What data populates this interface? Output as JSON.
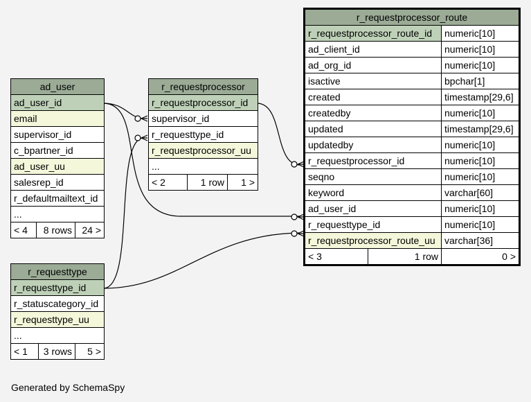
{
  "tables": {
    "ad_user": {
      "name": "ad_user",
      "columns": [
        "ad_user_id",
        "email",
        "supervisor_id",
        "c_bpartner_id",
        "ad_user_uu",
        "salesrep_id",
        "r_defaultmailtext_id",
        "..."
      ],
      "footer": [
        "< 4",
        "8 rows",
        "24 >"
      ]
    },
    "r_requestprocessor": {
      "name": "r_requestprocessor",
      "columns": [
        "r_requestprocessor_id",
        "supervisor_id",
        "r_requesttype_id",
        "r_requestprocessor_uu",
        "..."
      ],
      "footer": [
        "< 2",
        "1 row",
        "1 >"
      ]
    },
    "r_requesttype": {
      "name": "r_requesttype",
      "columns": [
        "r_requesttype_id",
        "r_statuscategory_id",
        "r_requesttype_uu",
        "..."
      ],
      "footer": [
        "< 1",
        "3 rows",
        "5 >"
      ]
    },
    "r_requestprocessor_route": {
      "name": "r_requestprocessor_route",
      "columns": [
        {
          "name": "r_requestprocessor_route_id",
          "type": "numeric[10]"
        },
        {
          "name": "ad_client_id",
          "type": "numeric[10]"
        },
        {
          "name": "ad_org_id",
          "type": "numeric[10]"
        },
        {
          "name": "isactive",
          "type": "bpchar[1]"
        },
        {
          "name": "created",
          "type": "timestamp[29,6]"
        },
        {
          "name": "createdby",
          "type": "numeric[10]"
        },
        {
          "name": "updated",
          "type": "timestamp[29,6]"
        },
        {
          "name": "updatedby",
          "type": "numeric[10]"
        },
        {
          "name": "r_requestprocessor_id",
          "type": "numeric[10]"
        },
        {
          "name": "seqno",
          "type": "numeric[10]"
        },
        {
          "name": "keyword",
          "type": "varchar[60]"
        },
        {
          "name": "ad_user_id",
          "type": "numeric[10]"
        },
        {
          "name": "r_requesttype_id",
          "type": "numeric[10]"
        },
        {
          "name": "r_requestprocessor_route_uu",
          "type": "varchar[36]"
        }
      ],
      "footer": [
        "< 3",
        "1 row",
        "0 >"
      ]
    }
  },
  "footer_text": "Generated by SchemaSpy",
  "colors": {
    "header": "#9bab96",
    "primary_key": "#bed1b8",
    "unique": "#f4f7da",
    "background": "#f3f3f3"
  }
}
